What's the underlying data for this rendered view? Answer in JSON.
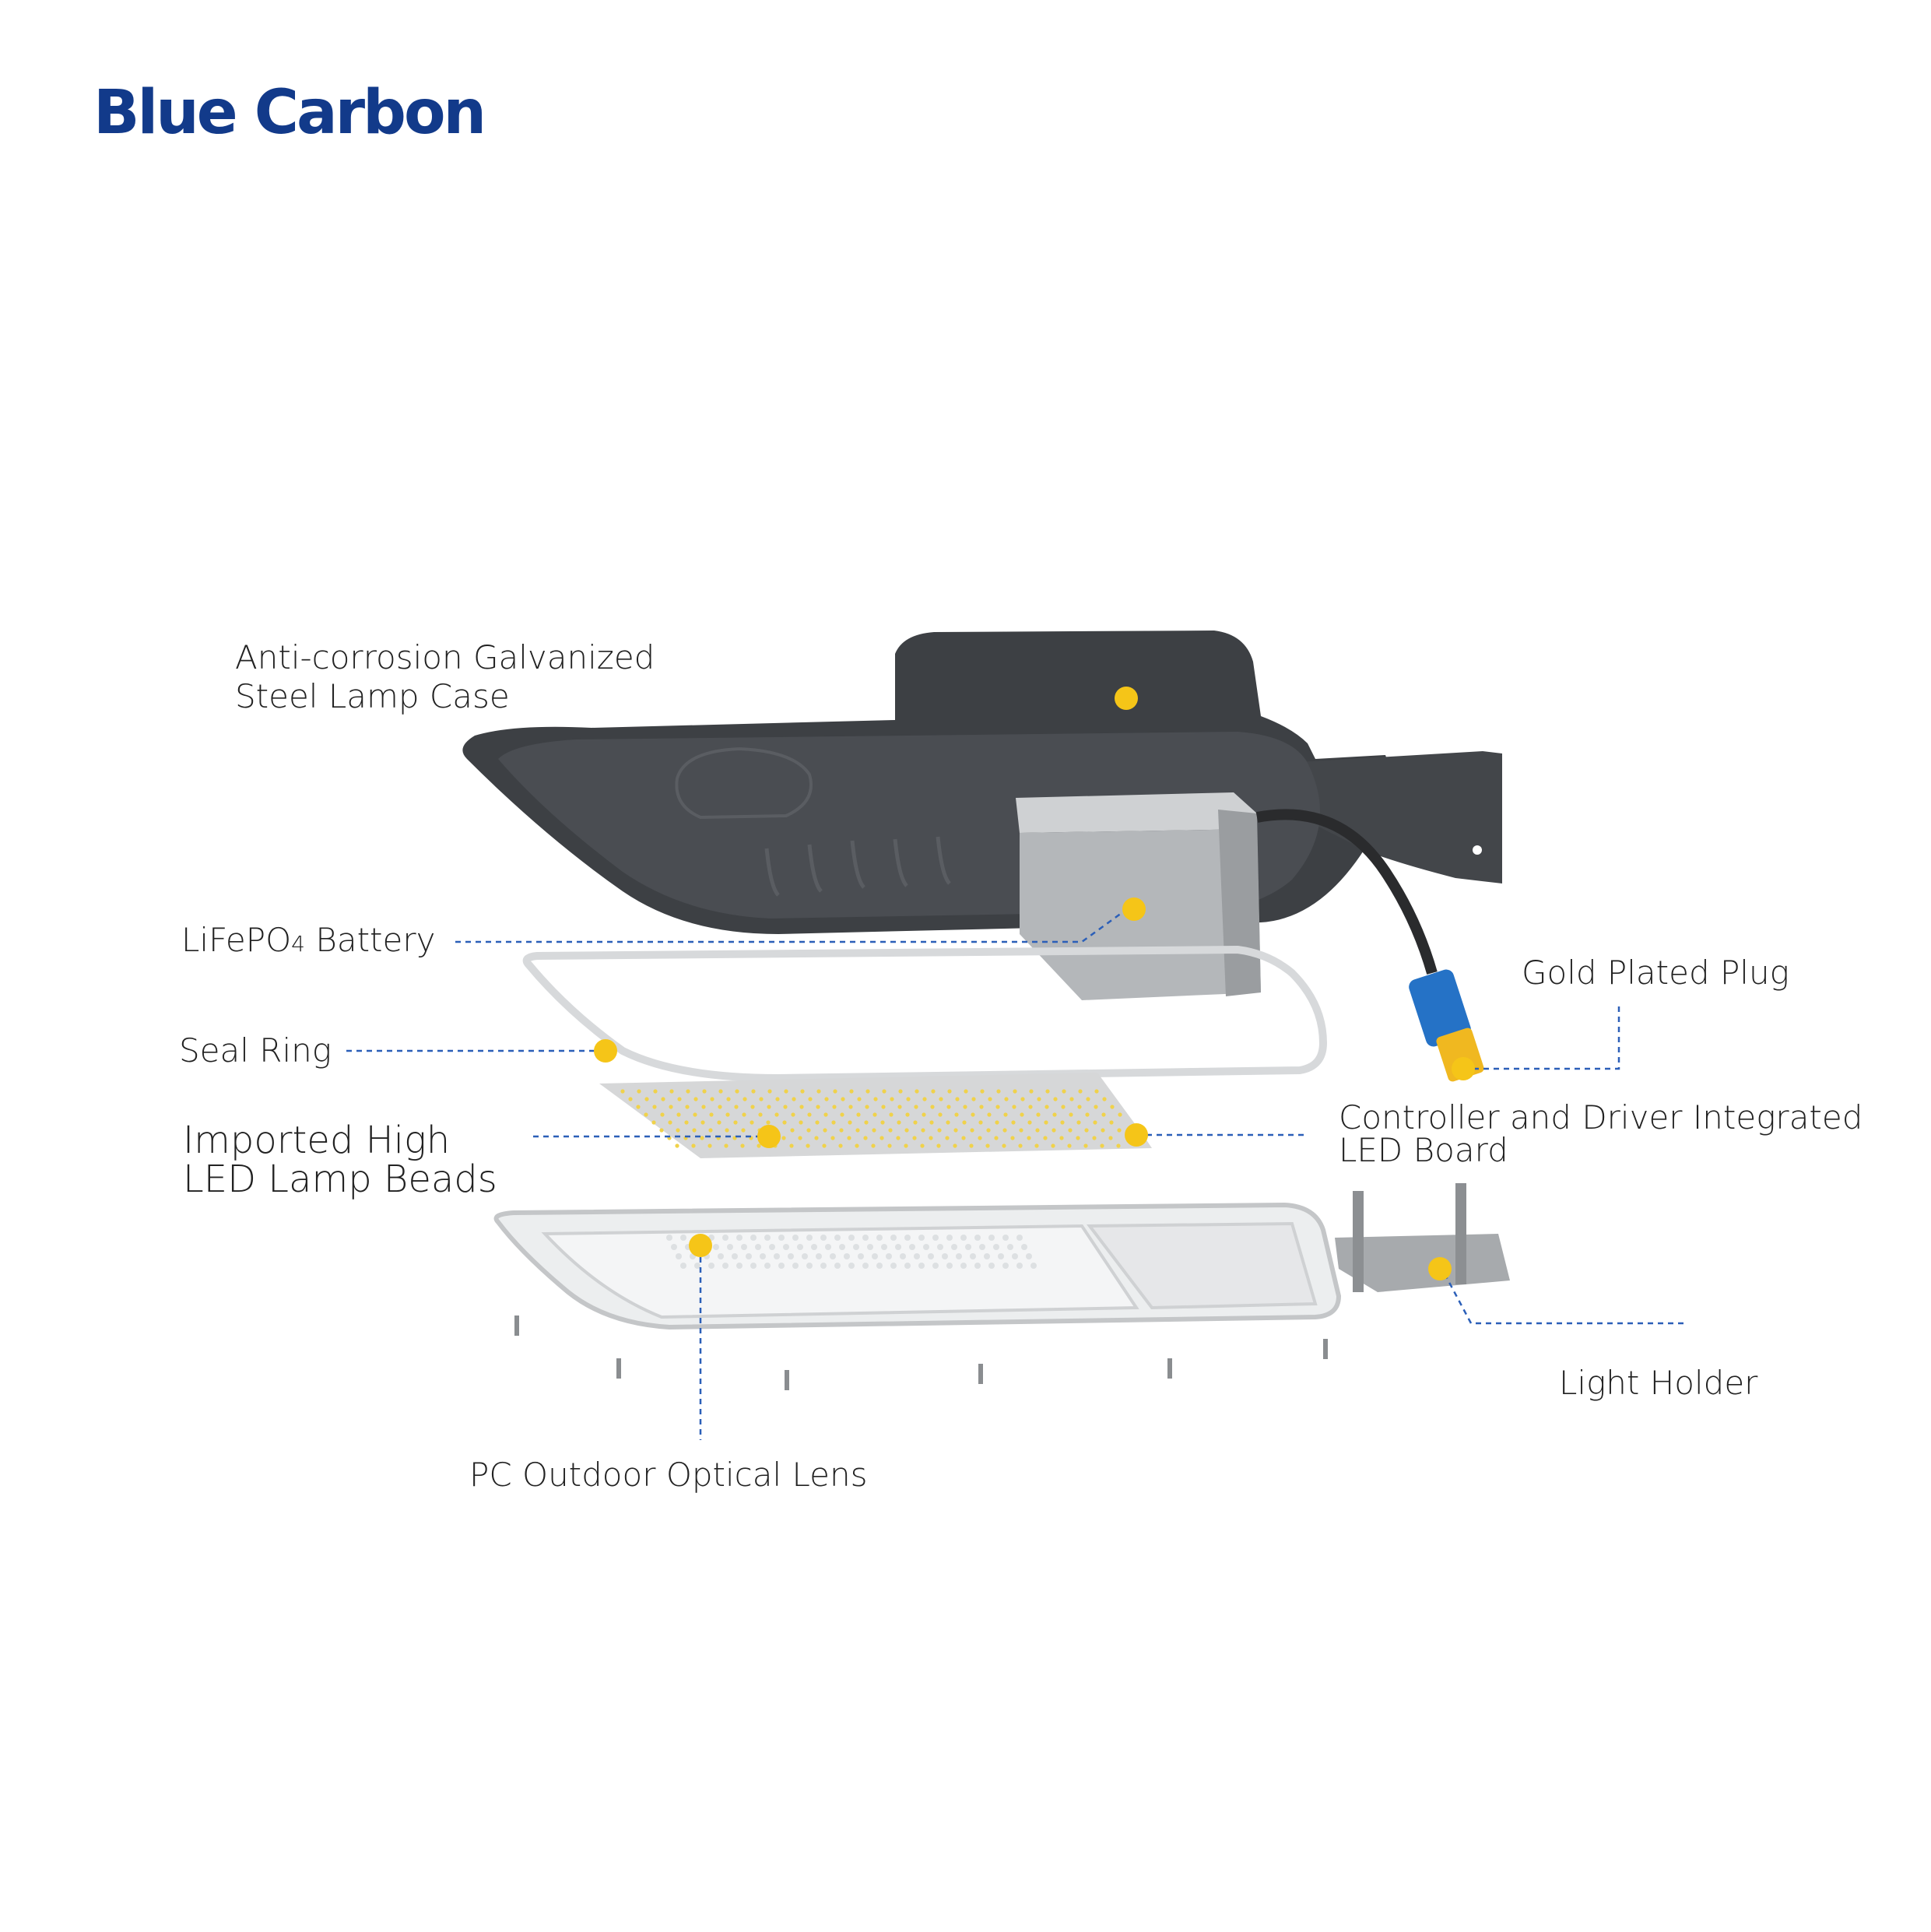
{
  "brand": {
    "name": "Blue Carbon",
    "color": "#123a8a"
  },
  "accent_color": "#f5c518",
  "leader_color": "#2b5fb8",
  "labels": {
    "lamp_case": {
      "line1": "Anti-corrosion Galvanized",
      "line2": "Steel Lamp Case"
    },
    "battery": {
      "prefix": "LiFePO",
      "subscript": "4",
      "suffix": " Battery"
    },
    "seal_ring": "Seal Ring",
    "lamp_beads": {
      "line1": "Imported High",
      "line2": "LED Lamp Beads"
    },
    "optical_lens": "PC Outdoor Optical Lens",
    "gold_plug": "Gold Plated Plug",
    "led_board": {
      "line1": "Controller and Driver Integrated",
      "line2": "LED Board"
    },
    "light_holder": "Light Holder"
  }
}
